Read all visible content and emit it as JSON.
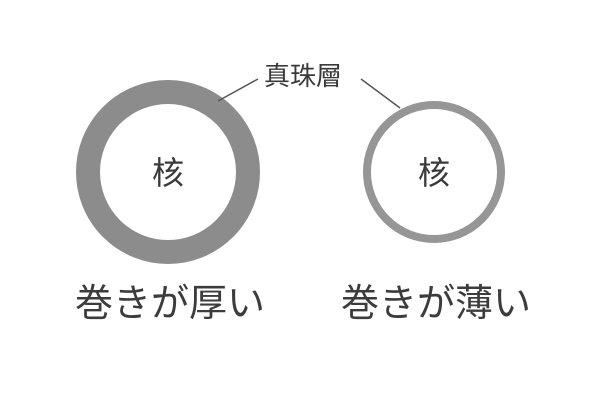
{
  "labels": {
    "nacre_layer": "真珠層",
    "core_left": "核",
    "core_right": "核"
  },
  "captions": {
    "thick": "巻きが厚い",
    "thin": "巻きが薄い"
  },
  "colors": {
    "ring": "#8c8c8c",
    "thin_ring": "#969696",
    "leader_line": "#555555",
    "text": "#3a3a3a"
  }
}
